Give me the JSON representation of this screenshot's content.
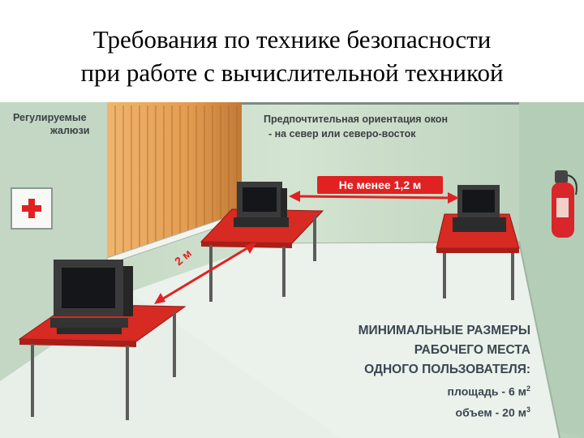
{
  "title": {
    "line1": "Требования по технике безопасности",
    "line2": "при работе с вычислительной техникой"
  },
  "illustration": {
    "blinds_label": {
      "line1": "Регулируемые",
      "line2": "жалюзи"
    },
    "window_orientation": {
      "line1": "Предпочтительная ориентация окон",
      "line2": "- на север или северо-восток"
    },
    "distance_between_screens": "Не менее 1,2 м",
    "distance_along_wall": "2 м",
    "min_workplace": {
      "line1": "МИНИМАЛЬНЫЕ РАЗМЕРЫ",
      "line2": "РАБОЧЕГО МЕСТА",
      "line3": "ОДНОГО ПОЛЬЗОВАТЕЛЯ:",
      "area": "площадь - 6 м",
      "volume": "объем - 20 м"
    },
    "colors": {
      "wall": "#c9dcc8",
      "floor": "#e6eee6",
      "blinds": "#e7a25a",
      "table": "#d62a22",
      "accent": "#e02222"
    },
    "icons": [
      "first-aid-kit-icon",
      "fire-extinguisher-icon",
      "computer-monitor-icon"
    ]
  }
}
